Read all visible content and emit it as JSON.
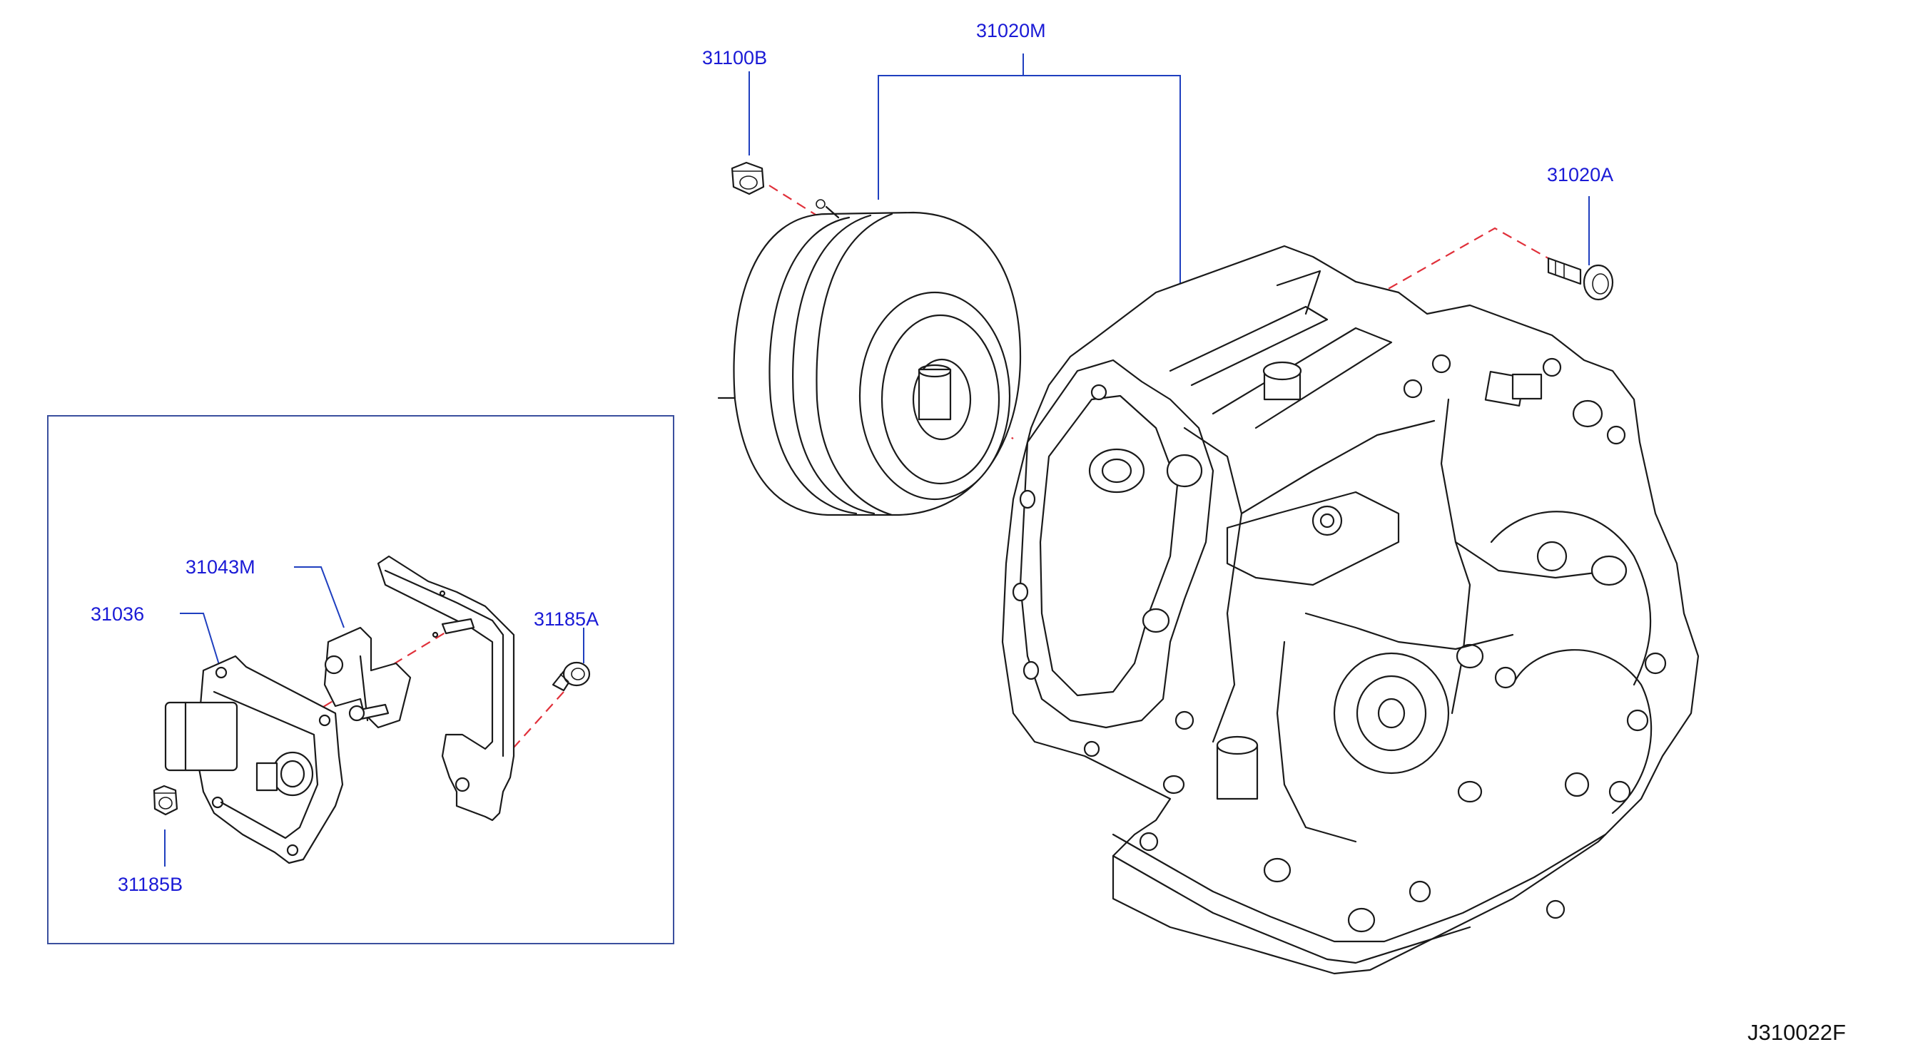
{
  "diagram": {
    "reference_code": "J310022F",
    "parts": [
      {
        "id": "torque-converter-nut",
        "label": "31100B"
      },
      {
        "id": "transmission-assembly",
        "label": "31020M"
      },
      {
        "id": "mounting-bolt",
        "label": "31020A"
      },
      {
        "id": "control-unit-bracket",
        "label": "31043M"
      },
      {
        "id": "control-unit",
        "label": "31036"
      },
      {
        "id": "bracket-bolt",
        "label": "31185A"
      },
      {
        "id": "control-unit-nut",
        "label": "31185B"
      }
    ],
    "colors": {
      "label": "#1a1ad6",
      "leader": "#1f3fbf",
      "phantom_line": "#e0303a",
      "inset_frame": "#3a4f9e"
    }
  }
}
